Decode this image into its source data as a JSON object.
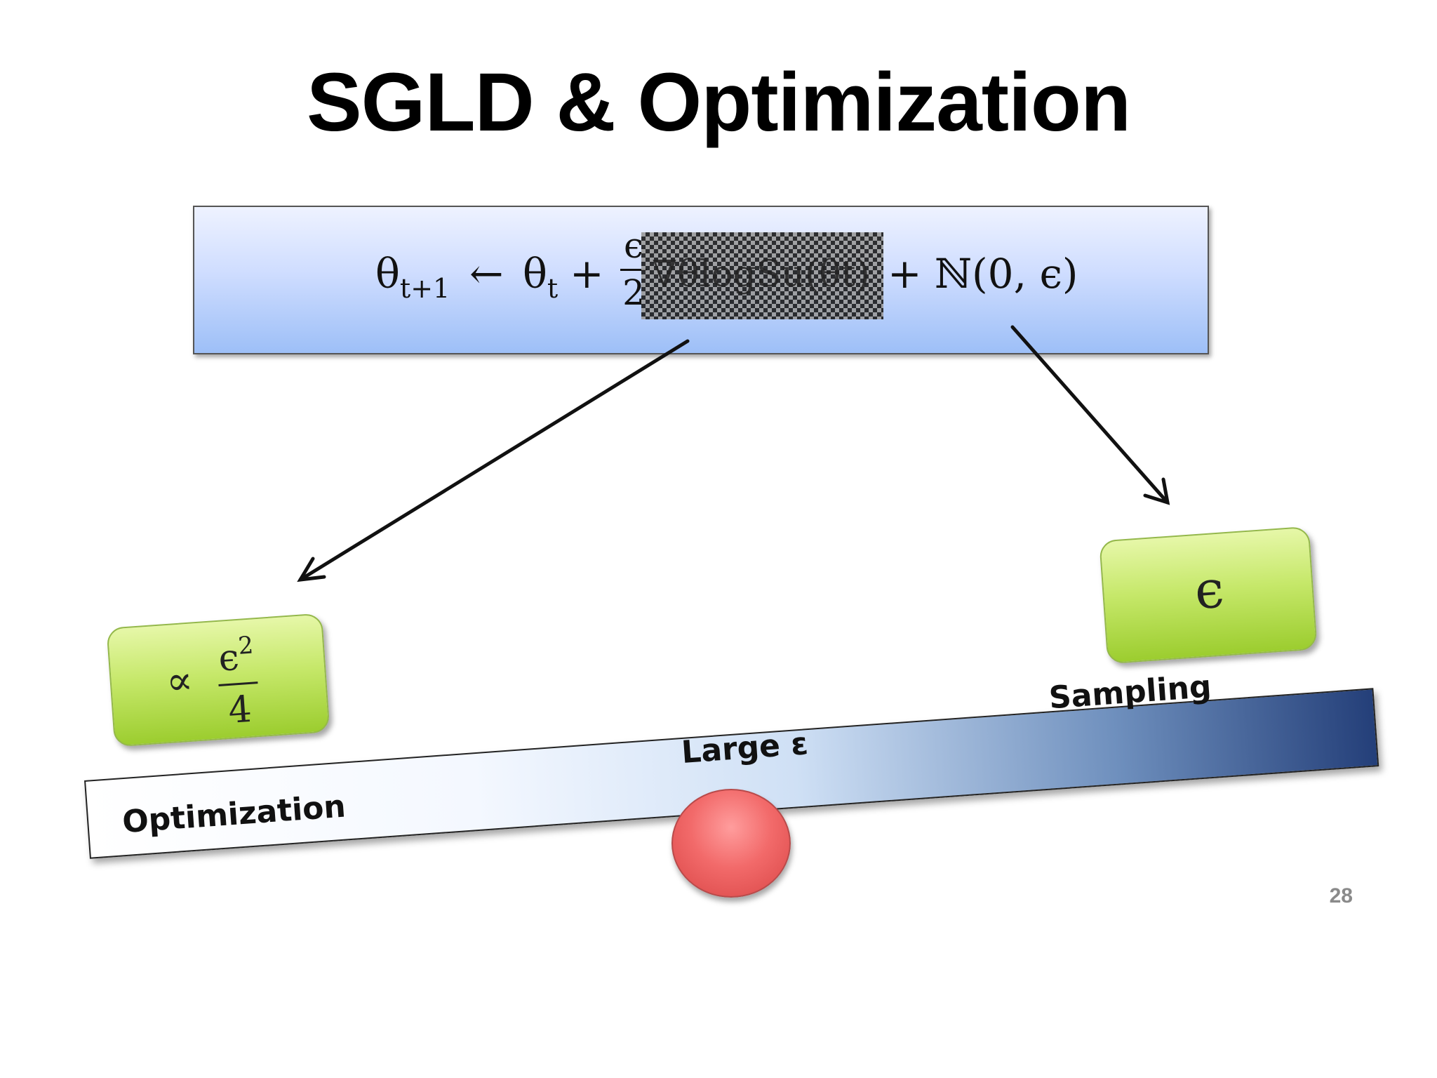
{
  "slide": {
    "title": "SGLD & Optimization",
    "page_number": "28"
  },
  "equation": {
    "lhs": "θ",
    "lhs_sub": "t+1",
    "arrow": "←",
    "theta_t": "θ",
    "theta_t_sub": "t",
    "plus1": "+",
    "frac_num": "ϵ",
    "frac_den": "2",
    "redacted_term": "∇θlogSu(θt)",
    "noise": "+ ℕ(0, ϵ)"
  },
  "weights": {
    "left_symbol": "∝",
    "left_num": "ϵ",
    "left_num_sup": "2",
    "left_den": "4",
    "right_symbol": "ϵ"
  },
  "seesaw": {
    "left_label": "Optimization",
    "center_label": "Large ε",
    "right_label": "Sampling"
  }
}
